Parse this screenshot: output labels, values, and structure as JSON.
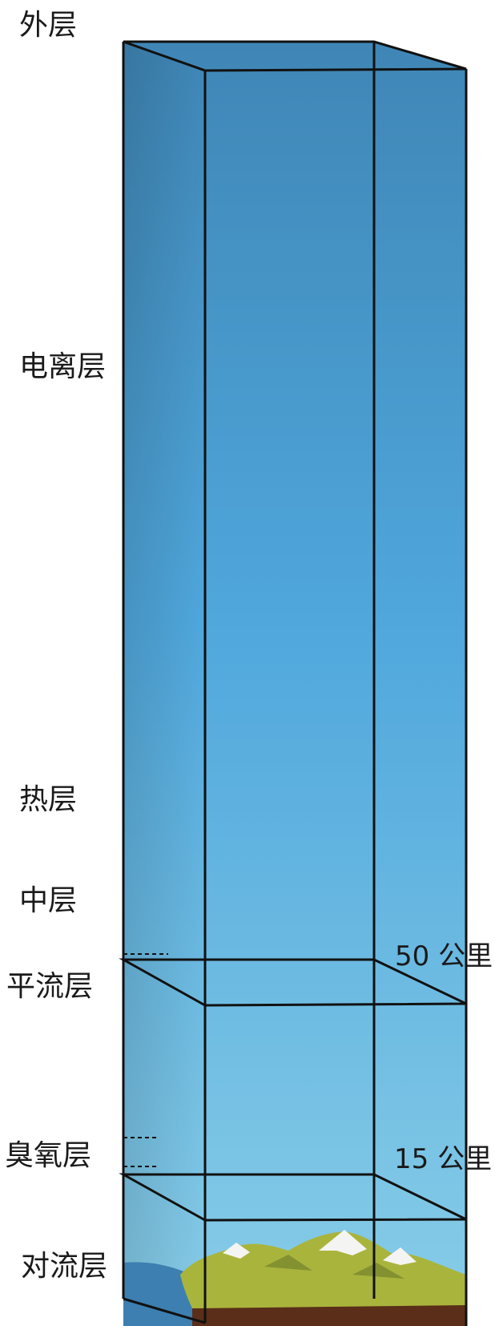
{
  "layers": {
    "exosphere": "外层",
    "ionosphere": "电离层",
    "thermosphere": "热层",
    "mesosphere": "中层",
    "stratosphere": "平流层",
    "ozone": "臭氧层",
    "troposphere": "对流层"
  },
  "boundaries": {
    "upper": "50 公里",
    "lower": "15 公里"
  },
  "colors": {
    "sky_top": "#3f86b6",
    "sky_mid": "#4fa7dc",
    "sky_bottom": "#88cde8",
    "edge": "#111111",
    "land": "#a9b43c",
    "snow": "#f4f4f2",
    "soil": "#5a2e18"
  }
}
